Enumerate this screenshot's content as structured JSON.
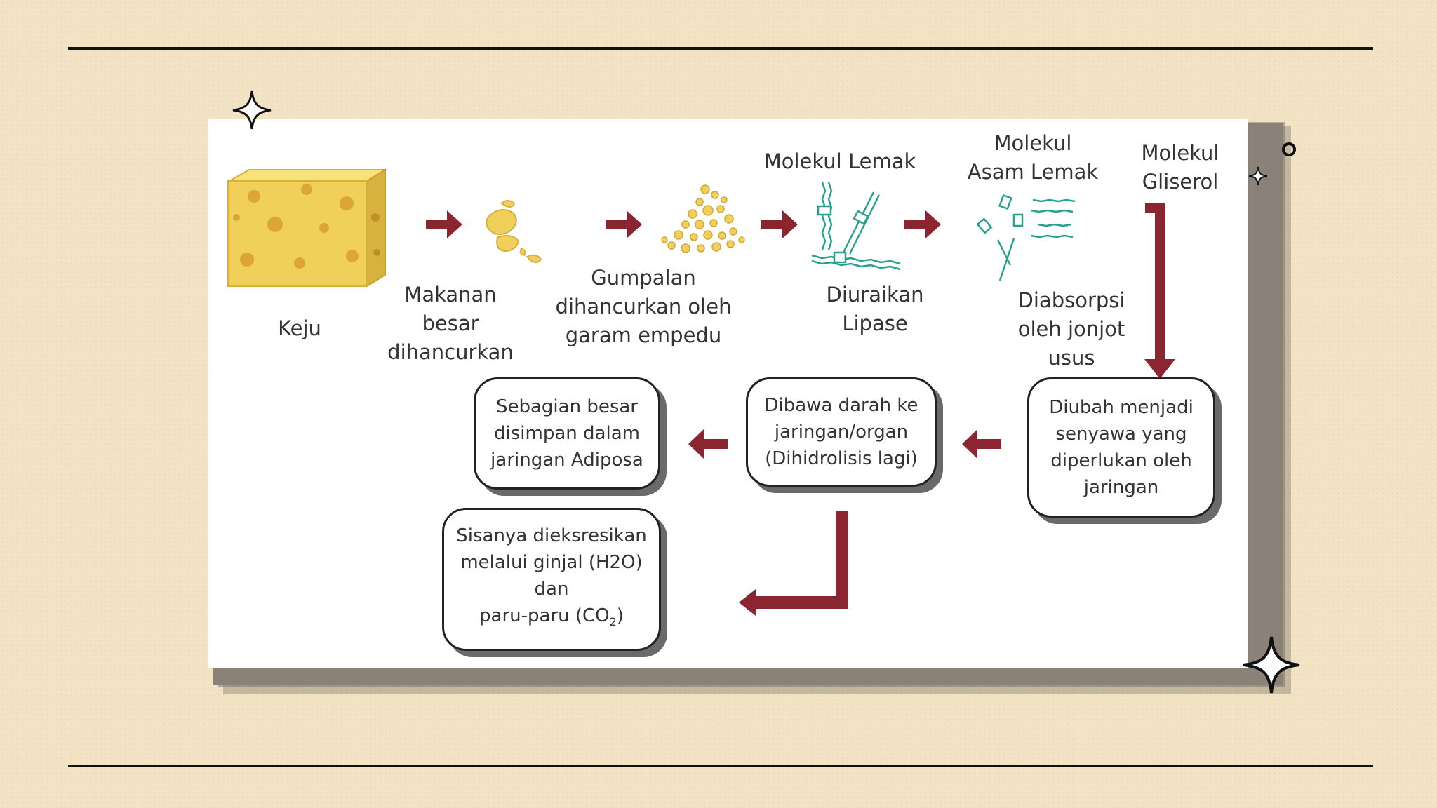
{
  "labels": {
    "keju": "Keju",
    "makanan": "Makanan\nbesar\ndihancurkan",
    "gumpalan": "Gumpalan\ndihancurkan oleh\ngaram empedu",
    "molekul_lemak": "Molekul Lemak",
    "diuraikan": "Diuraikan\nLipase",
    "asam_lemak": "Molekul\nAsam Lemak",
    "gliserol": "Molekul\nGliserol",
    "diabsorpsi": "Diabsorpsi\noleh jonjot\nusus"
  },
  "boxes": {
    "diubah": "Diubah menjadi\nsenyawa yang\ndiperlukan oleh\njaringan",
    "dibawa": "Dibawa darah ke\njaringan/organ\n(Dihidrolisis lagi)",
    "sebagian": "Sebagian besar\ndisimpan dalam\njaringan Adiposa",
    "sisanya_l1": "Sisanya dieksresikan",
    "sisanya_l2": "melalui ginjal (H2O)",
    "sisanya_l3": "dan",
    "sisanya_l4_a": "paru-paru  (CO",
    "sisanya_l4_sub": "2",
    "sisanya_l4_b": ")"
  },
  "colors": {
    "arrow": "#8b2630",
    "cheese": "#f0cf5a",
    "molecule": "#27a08c"
  },
  "icons": [
    "cheese-icon",
    "cheese-chunks-icon",
    "cheese-crumbs-icon",
    "fat-molecule-icon",
    "fatty-acid-molecule-icon",
    "sparkle-star-icon",
    "ring-icon"
  ]
}
